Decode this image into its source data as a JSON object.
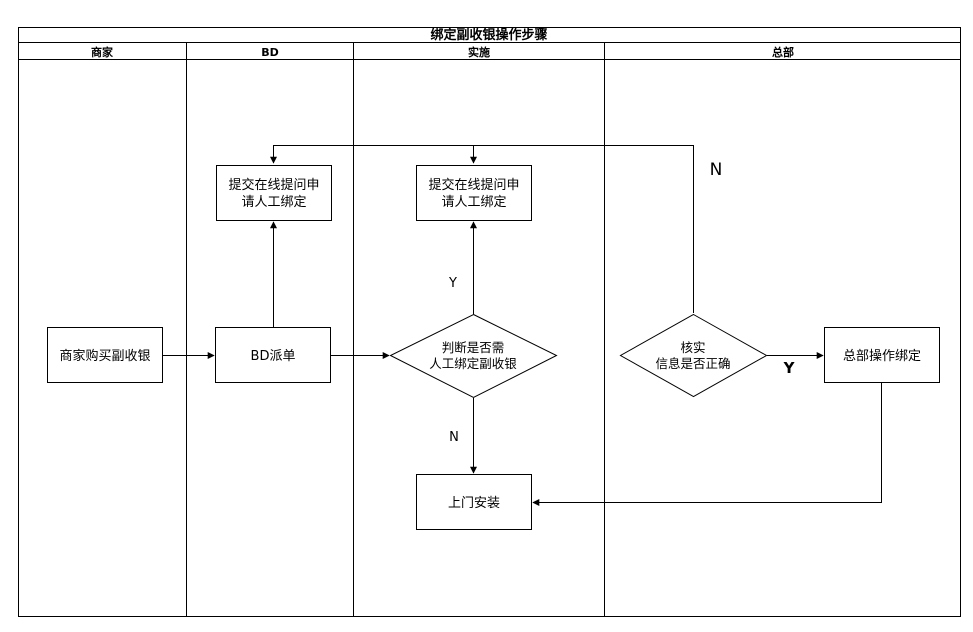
{
  "title": "绑定副收银操作步骤",
  "lanes": {
    "merchant": "商家",
    "bd": "BD",
    "implementation": "实施",
    "headquarters": "总部"
  },
  "nodes": {
    "merchant_buy": "商家购买副收银",
    "bd_dispatch": "BD派单",
    "bd_submit_line1": "提交在线提问申",
    "bd_submit_line2": "请人工绑定",
    "impl_submit_line1": "提交在线提问申",
    "impl_submit_line2": "请人工绑定",
    "judge_line1": "判断是否需",
    "judge_line2": "人工绑定副收银",
    "onsite_install": "上门安装",
    "verify_line1": "核实",
    "verify_line2": "信息是否正确",
    "hq_bind": "总部操作绑定"
  },
  "edge_labels": {
    "judge_yes": "Y",
    "judge_no": "N",
    "verify_no": "N",
    "verify_yes": "Y"
  }
}
